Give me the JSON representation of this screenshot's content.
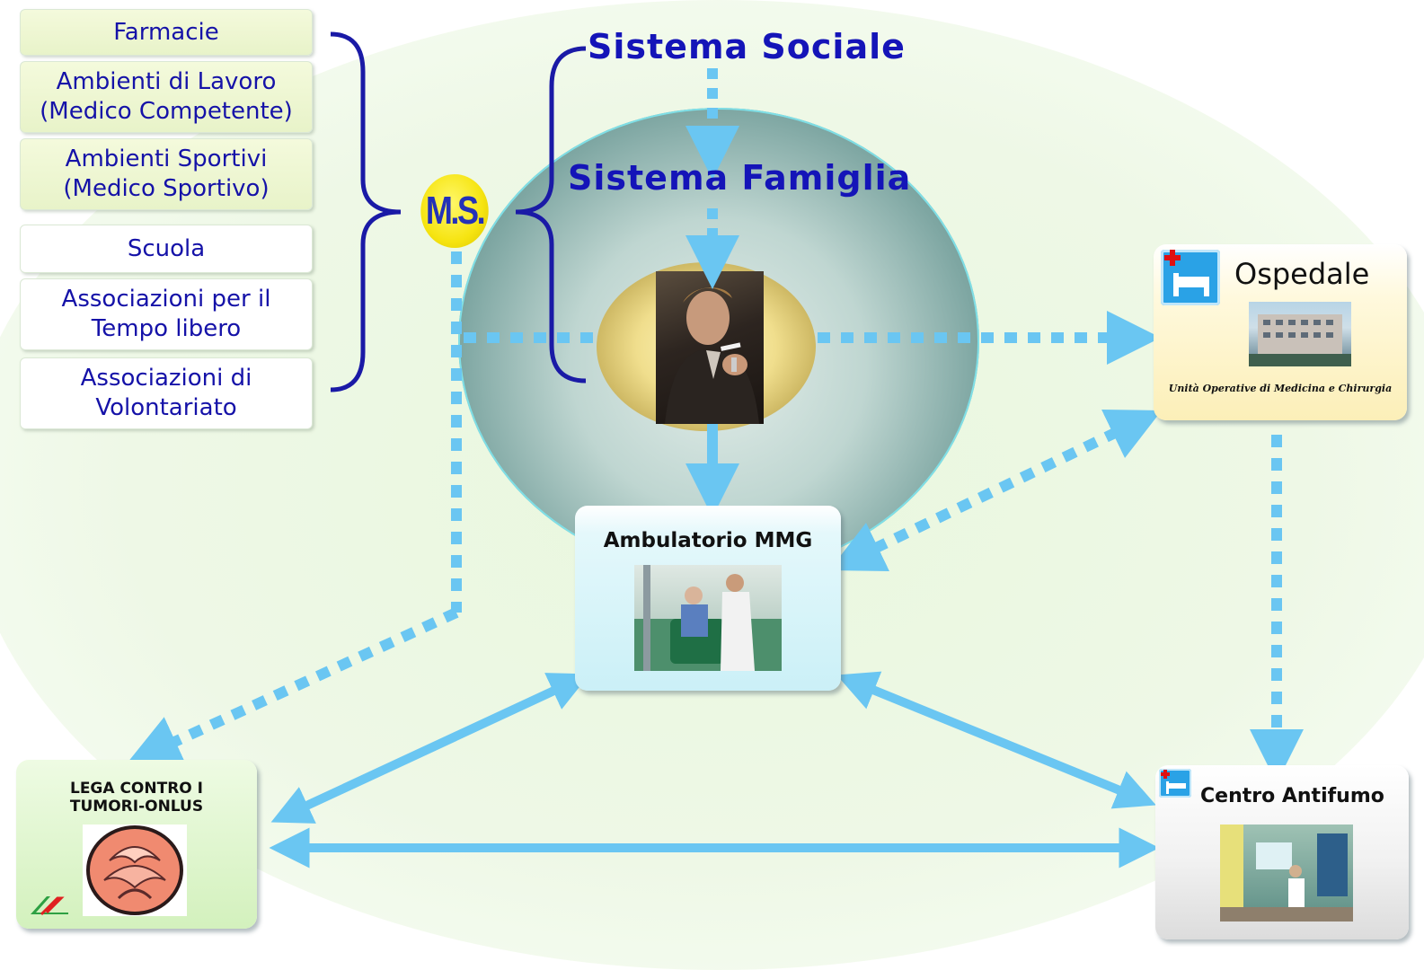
{
  "left_list": {
    "items": [
      {
        "line1": "Farmacie",
        "line2": ""
      },
      {
        "line1": "Ambienti di Lavoro",
        "line2": "(Medico Competente)"
      },
      {
        "line1": "Ambienti Sportivi",
        "line2": "(Medico Sportivo)"
      },
      {
        "line1": "Scuola",
        "line2": ""
      },
      {
        "line1": "Associazioni per il",
        "line2": "Tempo libero"
      },
      {
        "line1": "Associazioni di",
        "line2": "Volontariato"
      }
    ]
  },
  "ms_badge": {
    "label": "M.S."
  },
  "sistema_sociale": {
    "label": "Sistema Sociale"
  },
  "sistema_famiglia": {
    "label": "Sistema Famiglia"
  },
  "ambulatorio": {
    "label": "Ambulatorio MMG"
  },
  "ospedale": {
    "label": "Ospedale",
    "caption": "Unità Operative di Medicina e Chirurgia"
  },
  "centro_antifumo": {
    "label": "Centro Antifumo"
  },
  "lega": {
    "line1": "LEGA CONTRO I",
    "line2": "TUMORI-ONLUS"
  },
  "colors": {
    "arrow": "#6ac6f2",
    "brace": "#1a1aa6",
    "title_text": "#1414b8",
    "background": "#eaf7df"
  },
  "icons": [
    "hospital-bed-icon",
    "lilt-logo-icon",
    "ms-badge"
  ]
}
